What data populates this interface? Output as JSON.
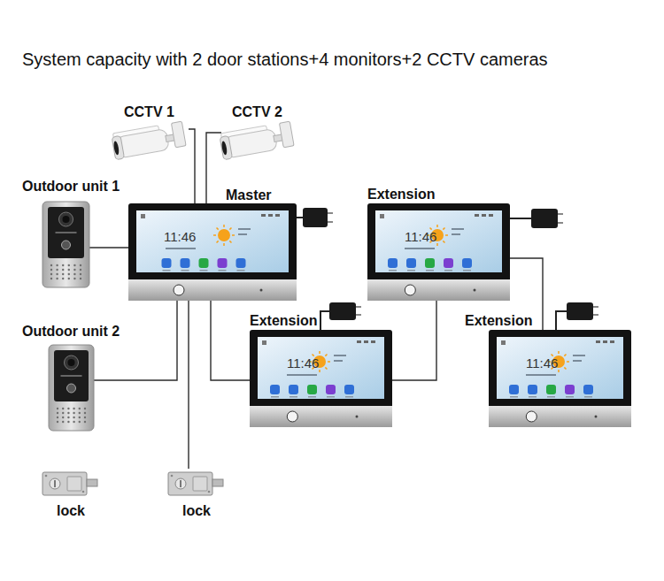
{
  "diagram": {
    "title": "System capacity with 2 door stations+4 monitors+2 CCTV cameras",
    "nodes": [
      {
        "text": [
          "CCTV 1"
        ]
      },
      {
        "text": [
          "CCTV 2"
        ]
      },
      {
        "text": [
          "Outdoor unit 1"
        ]
      },
      {
        "text": [
          "Master"
        ]
      },
      {
        "text": [
          "Extension"
        ]
      },
      {
        "text": [
          "Outdoor unit 2"
        ]
      },
      {
        "text": [
          "Extension"
        ]
      },
      {
        "text": [
          "Extension"
        ]
      },
      {
        "text": [
          "lock"
        ]
      },
      {
        "text": [
          "lock"
        ]
      }
    ],
    "edges": [
      {
        "from": 0,
        "to": 3,
        "arrow": "none"
      },
      {
        "from": 1,
        "to": 3,
        "arrow": "none"
      },
      {
        "from": 2,
        "to": 3,
        "arrow": "none"
      },
      {
        "from": 3,
        "to": 6,
        "arrow": "none"
      },
      {
        "from": 6,
        "to": 4,
        "arrow": "none"
      },
      {
        "from": 4,
        "to": 7,
        "arrow": "none"
      },
      {
        "from": 5,
        "to": 3,
        "arrow": "none"
      },
      {
        "from": 3,
        "to": 9,
        "arrow": "none"
      }
    ],
    "labels": [
      "11:46",
      "11:46",
      "11:46",
      "11:46"
    ]
  }
}
